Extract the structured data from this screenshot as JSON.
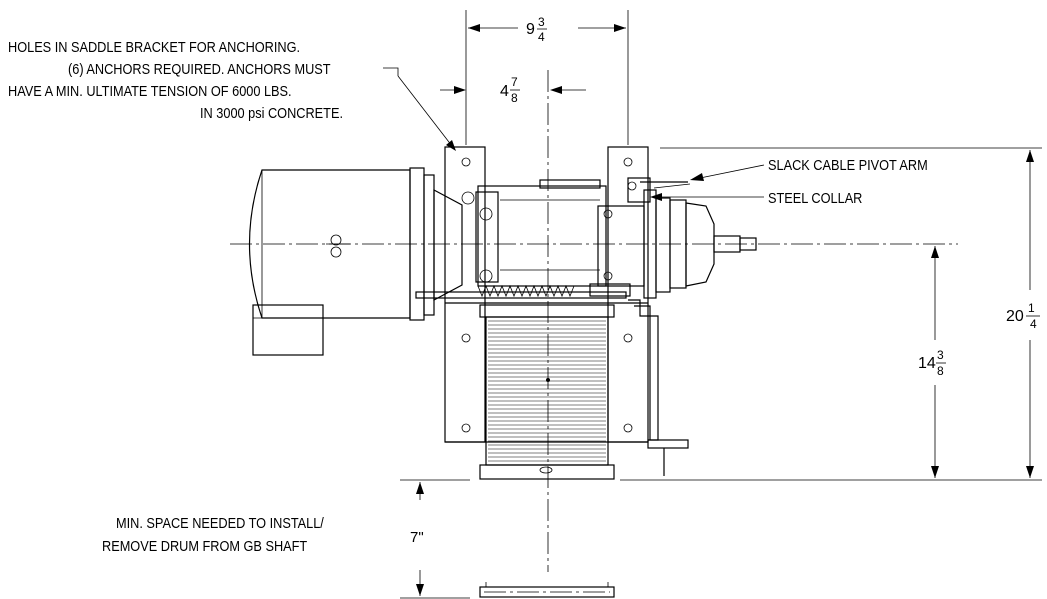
{
  "notes": {
    "anchoring": [
      "HOLES IN SADDLE BRACKET FOR ANCHORING.",
      "(6) ANCHORS REQUIRED. ANCHORS MUST",
      "HAVE A MIN. ULTIMATE TENSION OF 6000 LBS.",
      "IN 3000 psi CONCRETE."
    ],
    "slack_cable": "SLACK CABLE PIVOT ARM",
    "steel_collar": "STEEL COLLAR",
    "min_space": [
      "MIN. SPACE NEEDED TO INSTALL/",
      "REMOVE DRUM FROM GB SHAFT"
    ]
  },
  "dimensions": {
    "bracket_width": {
      "whole": "9",
      "num": "3",
      "den": "4"
    },
    "half_width": {
      "whole": "4",
      "num": "7",
      "den": "8"
    },
    "overall_height": {
      "whole": "20",
      "num": "1",
      "den": "4"
    },
    "shaft_height": {
      "whole": "14",
      "num": "3",
      "den": "8"
    },
    "drum_clearance": "7\""
  }
}
